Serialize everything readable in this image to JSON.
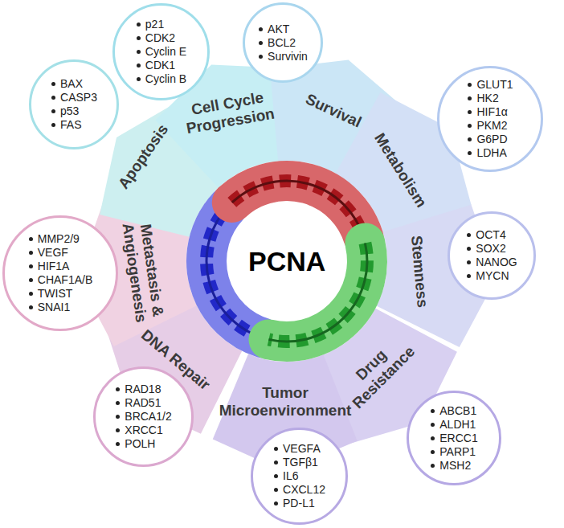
{
  "diagram": {
    "nodes": [
      {
        "text": [
          "PCNA"
        ]
      },
      {
        "text": [
          "Cell Cycle Progression"
        ]
      },
      {
        "text": [
          "p21",
          "CDK2",
          "Cyclin E",
          "CDK1",
          "Cyclin B"
        ]
      },
      {
        "text": [
          "Survival"
        ]
      },
      {
        "text": [
          "AKT",
          "BCL2",
          "Survivin"
        ]
      },
      {
        "text": [
          "Metabolism"
        ]
      },
      {
        "text": [
          "GLUT1",
          "HK2",
          "HIF1α",
          "PKM2",
          "G6PD",
          "LDHA"
        ]
      },
      {
        "text": [
          "Stemness"
        ]
      },
      {
        "text": [
          "OCT4",
          "SOX2",
          "NANOG",
          "MYCN"
        ]
      },
      {
        "text": [
          "Drug Resistance"
        ]
      },
      {
        "text": [
          "ABCB1",
          "ALDH1",
          "ERCC1",
          "PARP1",
          "MSH2"
        ]
      },
      {
        "text": [
          "Tumor Microenvironment"
        ]
      },
      {
        "text": [
          "VEGFA",
          "TGFβ1",
          "IL6",
          "CXCL12",
          "PD-L1"
        ]
      },
      {
        "text": [
          "DNA Repair"
        ]
      },
      {
        "text": [
          "RAD18",
          "RAD51",
          "BRCA1/2",
          "XRCC1",
          "POLH"
        ]
      },
      {
        "text": [
          "Metastasis & Angiogenesis"
        ]
      },
      {
        "text": [
          "MMP2/9",
          "VEGF",
          "HIF1A",
          "CHAF1A/B",
          "TWIST",
          "SNAI1"
        ]
      },
      {
        "text": [
          "Apoptosis"
        ]
      },
      {
        "text": [
          "BAX",
          "CASP3",
          "p53",
          "FAS"
        ]
      }
    ]
  }
}
